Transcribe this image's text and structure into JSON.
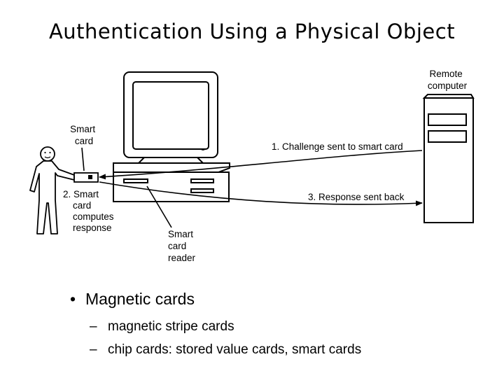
{
  "title": "Authentication Using a Physical Object",
  "labels": {
    "remote_computer": [
      "Remote",
      "computer"
    ],
    "smart_card": [
      "Smart",
      "card"
    ],
    "step1": "1. Challenge sent to smart card",
    "step2": [
      "2. Smart",
      "card",
      "computes",
      "response"
    ],
    "step3": "3. Response sent back",
    "reader": [
      "Smart",
      "card",
      "reader"
    ]
  },
  "bullets": {
    "main": "Magnetic cards",
    "sub": [
      "magnetic stripe cards",
      "chip cards: stored value cards, smart cards"
    ]
  }
}
